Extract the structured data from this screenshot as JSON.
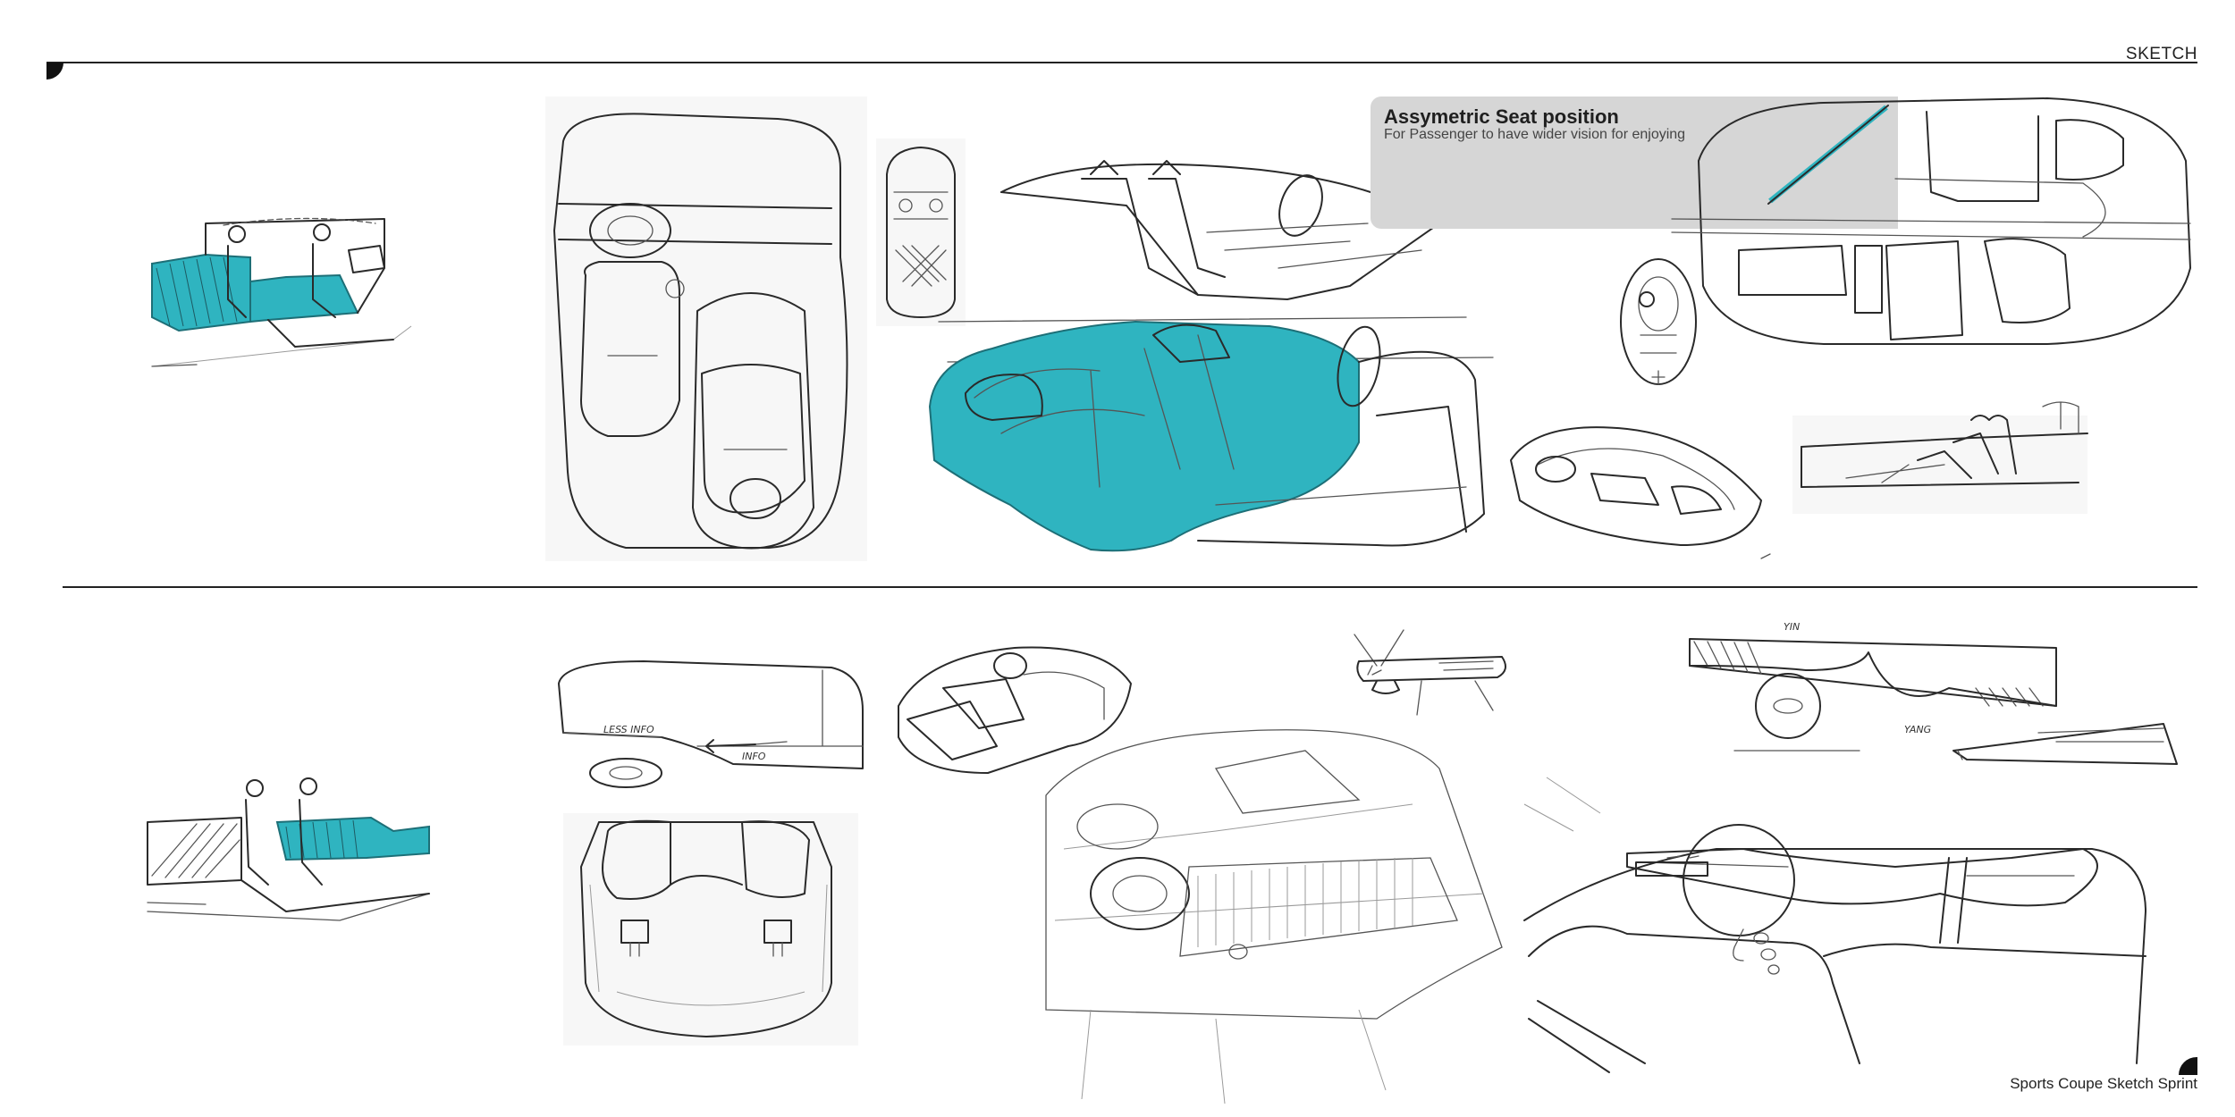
{
  "page": {
    "section_label": "SKETCH",
    "footer_title": "Sports Coupe Sketch Sprint"
  },
  "callout": {
    "title": "Assymetric Seat position",
    "subtitle": "For Passenger to have wider vision for enjoying"
  },
  "sketch_notes": {
    "less_info": "LESS INFO",
    "info": "INFO",
    "yin": "YIN",
    "yang": "YANG"
  },
  "colors": {
    "accent": "#2fb4c0",
    "callout_bg": "#d6d6d6",
    "rule": "#222222"
  }
}
